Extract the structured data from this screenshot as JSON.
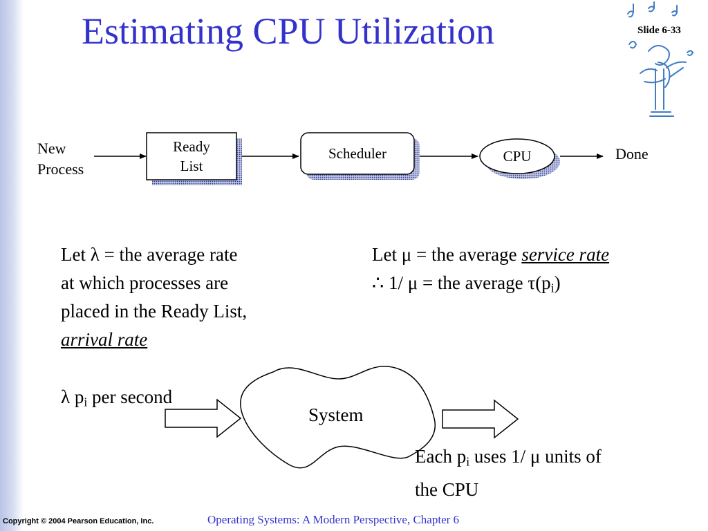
{
  "slide": {
    "title": "Estimating CPU Utilization",
    "number": "Slide 6-33"
  },
  "flow": {
    "new_process_line1": "New",
    "new_process_line2": "Process",
    "ready_list_line1": "Ready",
    "ready_list_line2": "List",
    "scheduler": "Scheduler",
    "cpu": "CPU",
    "done": "Done"
  },
  "left_text": {
    "line1_prefix": "Let ",
    "lambda": "λ",
    "line1_suffix": " = the average rate",
    "line2": "at which processes are",
    "line3": "placed in the Ready List,",
    "line4": "arrival rate",
    "per_second_lambda": "λ",
    "per_second_p": " p",
    "per_second_sub": "i",
    "per_second_suffix": " per second"
  },
  "right_text": {
    "line1_prefix": "Let ",
    "mu": "μ",
    "line1_mid": " = the average ",
    "line1_emph": "service rate",
    "line2_therefore": "∴",
    "line2_prefix": " 1/ ",
    "line2_mu": "μ",
    "line2_mid": " = the average ",
    "line2_tau": "τ",
    "line2_p": "(p",
    "line2_sub": "i",
    "line2_end": ")"
  },
  "system": {
    "label": "System",
    "each_prefix": "Each p",
    "each_sub": "i",
    "each_mid": " uses 1/ ",
    "each_mu": "μ",
    "each_suffix": " units of",
    "each_line2": "the CPU"
  },
  "footer": {
    "copyright": "Copyright © 2004 Pearson Education, Inc.",
    "book": "Operating Systems: A Modern Perspective, Chapter 6"
  },
  "icons": {
    "logo": "musical-figure-logo-icon"
  },
  "colors": {
    "title": "#3333cc",
    "band": "#b9c4e6",
    "shadow": "#2d3ea6",
    "logo": "#3e7cc4"
  }
}
